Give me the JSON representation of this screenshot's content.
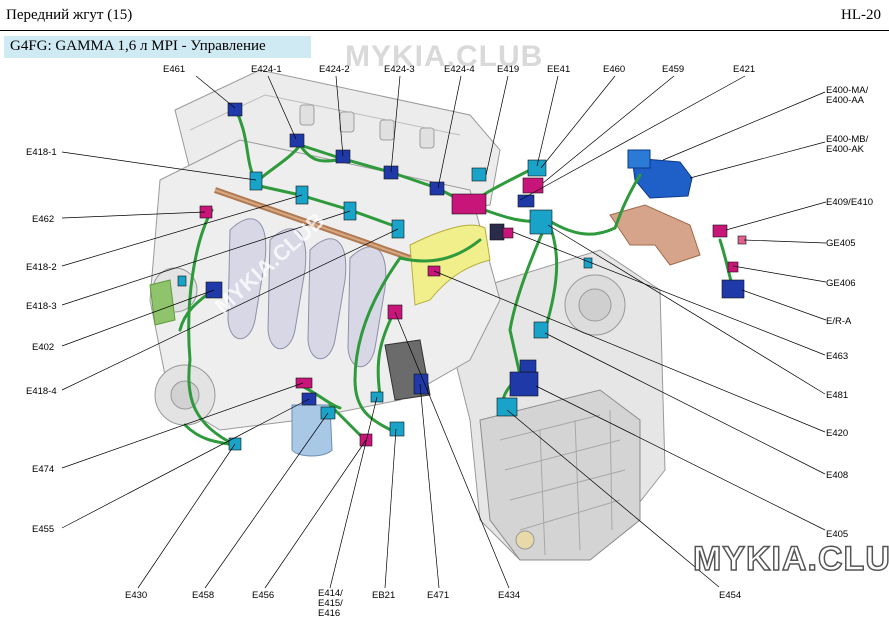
{
  "header": {
    "left": "Передний   жгут  (15)",
    "right": "HL-20"
  },
  "title": "G4FG: GAMMA 1,6 л  MPI - Управление",
  "watermarks": {
    "top": "MYKIA.CLUB",
    "diag": "MYKIA.CLUB",
    "bottom": "MYKIA.CLUB"
  },
  "labels": {
    "E461": "E461",
    "E424_1": "E424-1",
    "E424_2": "E424-2",
    "E424_3": "E424-3",
    "E424_4": "E424-4",
    "E419": "E419",
    "EE41": "EE41",
    "E460": "E460",
    "E459": "E459",
    "E421": "E421",
    "E400_MA_1": "E400-MA/",
    "E400_MA_2": "E400-AA",
    "E400_MB_1": "E400-MB/",
    "E400_MB_2": "E400-AK",
    "E409": "E409/E410",
    "GE405": "GE405",
    "GE406": "GE406",
    "ERA": "E/R-A",
    "E463": "E463",
    "E481": "E481",
    "E420": "E420",
    "E408": "E408",
    "E405": "E405",
    "E454": "E454",
    "E418_1": "E418-1",
    "E462": "E462",
    "E418_2": "E418-2",
    "E418_3": "E418-3",
    "E402": "E402",
    "E418_4": "E418-4",
    "E474": "E474",
    "E455": "E455",
    "E430": "E430",
    "E458": "E458",
    "E456": "E456",
    "E414_1": "E414/",
    "E414_2": "E415/",
    "E414_3": "E416",
    "EB21": "EB21",
    "E471": "E471",
    "E434": "E434"
  },
  "colors": {
    "harness": "#2e9a3c",
    "connector_blue": "#1f3aa8",
    "connector_magenta": "#c8157a",
    "connector_cyan": "#1aa3c8",
    "title_bg": "#cfeaf3"
  }
}
